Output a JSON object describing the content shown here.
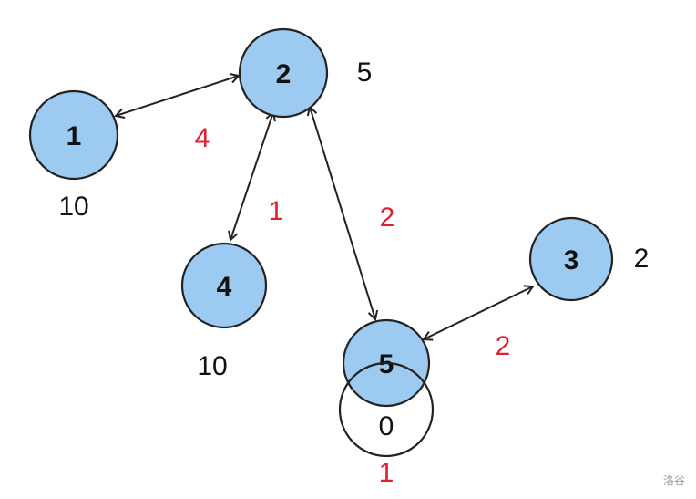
{
  "colors": {
    "node_fill": "#9ccaf0",
    "stroke": "#222222",
    "weight_text": "#e02031",
    "value_text": "#111111"
  },
  "nodes": [
    {
      "id": "1",
      "label": "1",
      "value": "10"
    },
    {
      "id": "2",
      "label": "2",
      "value": "5"
    },
    {
      "id": "3",
      "label": "3",
      "value": "2"
    },
    {
      "id": "4",
      "label": "4",
      "value": "10"
    },
    {
      "id": "5",
      "label": "5",
      "value": "0"
    }
  ],
  "edges": [
    {
      "from": "1",
      "to": "2",
      "weight": "4",
      "directed": "both"
    },
    {
      "from": "2",
      "to": "4",
      "weight": "1",
      "directed": "both"
    },
    {
      "from": "2",
      "to": "5",
      "weight": "2",
      "directed": "both"
    },
    {
      "from": "5",
      "to": "3",
      "weight": "2",
      "directed": "both"
    },
    {
      "from": "5",
      "to": "5",
      "weight": "1",
      "directed": "self-loop"
    }
  ],
  "watermark": "洛谷"
}
